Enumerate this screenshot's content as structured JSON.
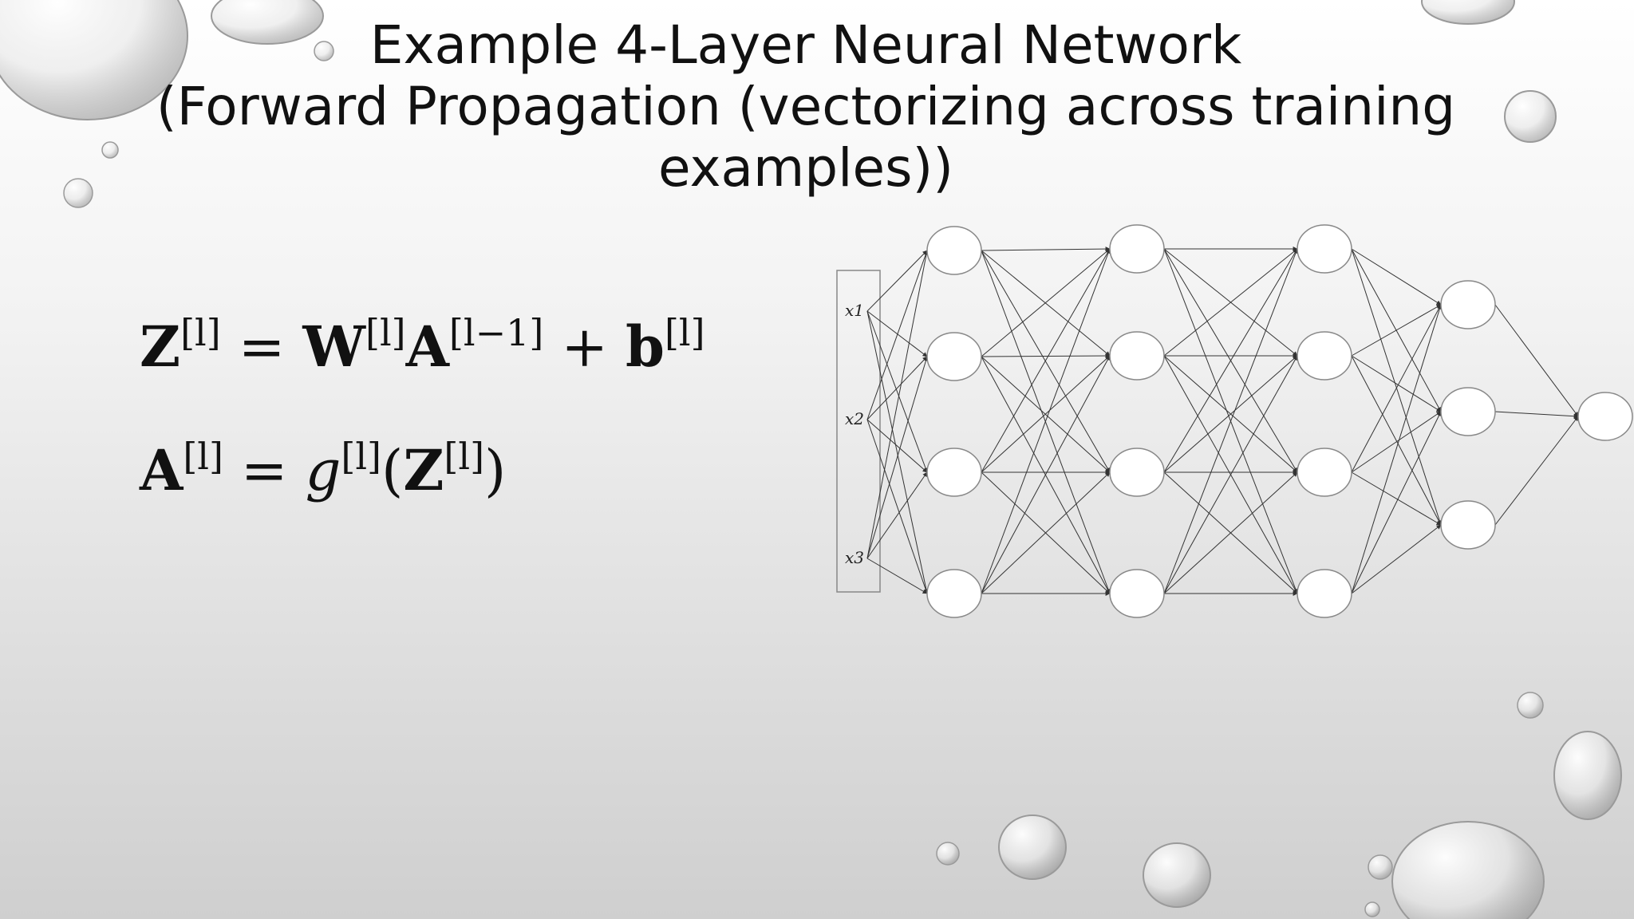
{
  "slide": {
    "title_lines": [
      "Example 4-Layer Neural Network",
      "(Forward Propagation (vectorizing across training",
      "examples))"
    ]
  },
  "equations": {
    "eq1": {
      "Z": "Z",
      "Z_sup": "[l]",
      "eq": "=",
      "W": "W",
      "W_sup": "[l]",
      "A": "A",
      "A_sup": "[l−1]",
      "plus": "+",
      "b": "b",
      "b_sup": "[l]"
    },
    "eq2": {
      "A": "A",
      "A_sup": "[l]",
      "eq": "=",
      "g": "g",
      "g_sup": "[l]",
      "lparen": "(",
      "Z": "Z",
      "Z_sup": "[l]",
      "rparen": ")"
    }
  },
  "network": {
    "input_labels": [
      "x1",
      "x2",
      "x3"
    ],
    "layer_sizes": [
      3,
      4,
      4,
      4,
      3,
      1
    ],
    "colors": {
      "node_fill": "#ffffff",
      "edge": "#333333",
      "node_stroke": "#888888"
    }
  }
}
